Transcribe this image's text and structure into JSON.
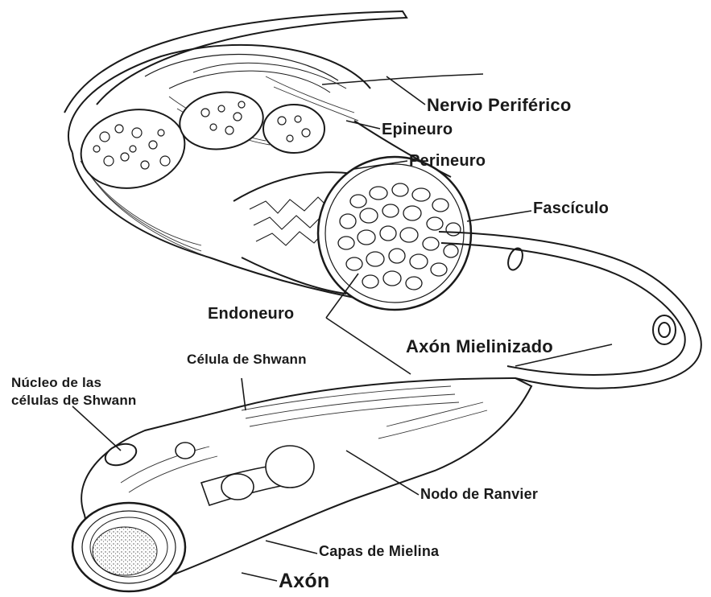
{
  "labels": {
    "nervio_periferico": "Nervio Periférico",
    "epineuro": "Epineuro",
    "perineuro": "Perineuro",
    "fasciculo": "Fascículo",
    "endoneuro": "Endoneuro",
    "axon_mielinizado": "Axón Mielinizado",
    "celula_shwann": "Célula de Shwann",
    "nucleo_line1": "Núcleo de las",
    "nucleo_line2": "células de Shwann",
    "nodo_ranvier": "Nodo de Ranvier",
    "capas_mielina": "Capas de Mielina",
    "axon": "Axón"
  }
}
